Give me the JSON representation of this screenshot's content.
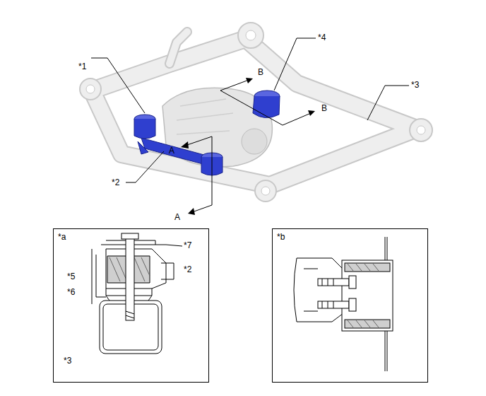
{
  "diagram": {
    "nodes": [
      {
        "text": [
          "*a"
        ]
      },
      {
        "text": [
          "*b"
        ]
      }
    ],
    "labels": [
      "*1",
      "*4",
      "B",
      "*3",
      "B",
      "A",
      "*2",
      "A",
      "*7",
      "*5",
      "*2",
      "*6",
      "*3"
    ]
  }
}
